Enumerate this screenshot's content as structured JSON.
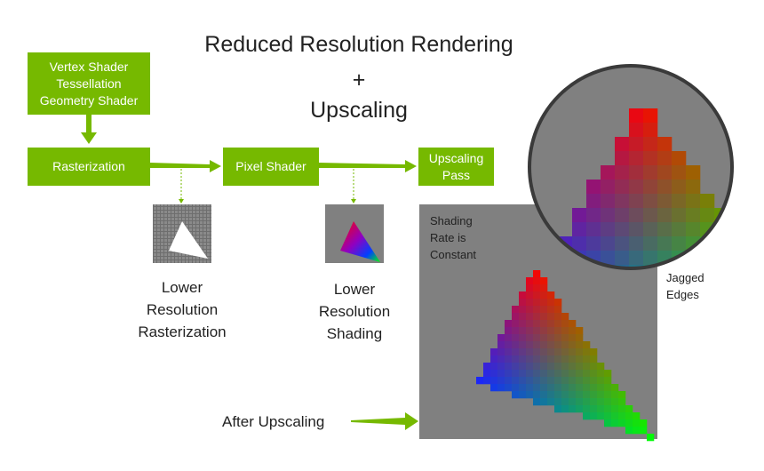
{
  "title": {
    "line1": "Reduced Resolution Rendering",
    "plus": "+",
    "line2": "Upscaling"
  },
  "pipeline": {
    "vertex_box": [
      "Vertex Shader",
      "Tessellation",
      "Geometry Shader"
    ],
    "rasterization": "Rasterization",
    "pixel_shader": "Pixel Shader",
    "upscaling_pass": [
      "Upscaling",
      "Pass"
    ]
  },
  "captions": {
    "raster": [
      "Lower",
      "Resolution",
      "Rasterization"
    ],
    "shading": [
      "Lower",
      "Resolution",
      "Shading"
    ]
  },
  "large_view": {
    "note": [
      "Shading",
      "Rate is",
      "Constant"
    ],
    "after_label": "After Upscaling"
  },
  "zoom": {
    "label": [
      "Jagged",
      "Edges"
    ]
  },
  "colors": {
    "accent_green": "#76b900",
    "panel_gray": "#808080",
    "zoom_border": "#3a3a3a"
  }
}
